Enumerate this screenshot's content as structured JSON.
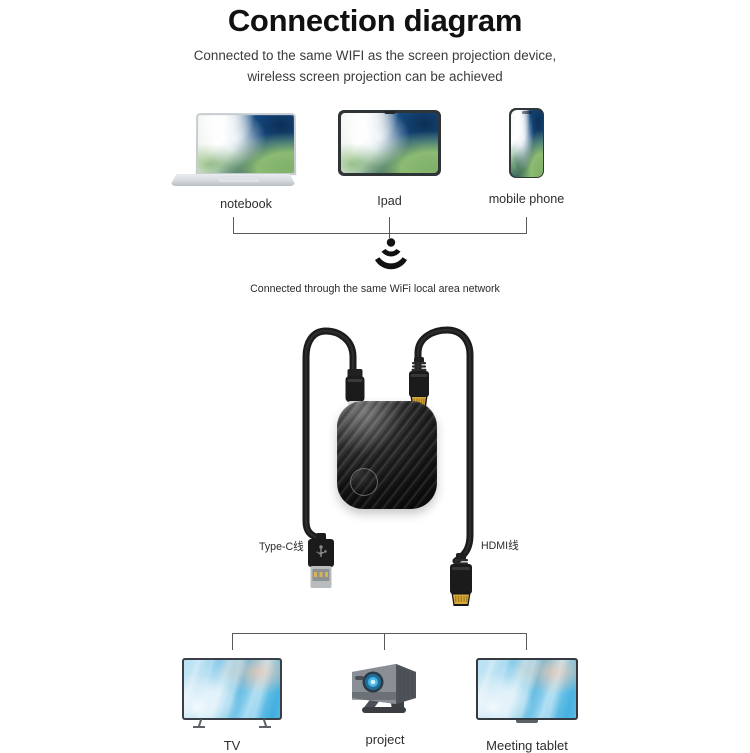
{
  "header": {
    "title": "Connection diagram",
    "subtitle_line1": "Connected to the same WIFI as the screen projection device,",
    "subtitle_line2": "wireless screen projection can be achieved"
  },
  "source_devices": [
    {
      "label": "notebook",
      "icon": "laptop-icon"
    },
    {
      "label": "Ipad",
      "icon": "tablet-icon"
    },
    {
      "label": "mobile phone",
      "icon": "smartphone-icon"
    }
  ],
  "network": {
    "icon": "wifi-signal-icon",
    "caption": "Connected through the same WiFi local area network"
  },
  "hub": {
    "name": "screen-projection-dongle",
    "button": "pairing-button",
    "cables": [
      {
        "label": "Type-C线",
        "plug_top": "usb-type-c-plug",
        "plug_bottom": "usb-type-a-plug"
      },
      {
        "label": "HDMI线",
        "plug_top": "hdmi-plug",
        "plug_bottom": "hdmi-plug"
      }
    ]
  },
  "output_devices": [
    {
      "label": "TV",
      "icon": "tv-icon"
    },
    {
      "label": "project",
      "icon": "projector-icon"
    },
    {
      "label": "Meeting tablet",
      "icon": "meeting-tablet-icon"
    }
  ],
  "colors": {
    "background": "#ffffff",
    "text": "#1a1a1a",
    "bracket": "#5a5a5a",
    "hub_body": "#141414",
    "hdmi_gold": "#d8a93a",
    "screen_green": "#8dbd72",
    "screen_blue": "#4fb3e0"
  }
}
